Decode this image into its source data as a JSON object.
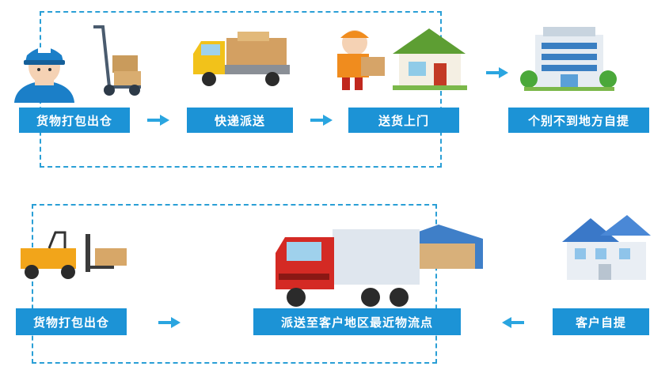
{
  "colors": {
    "accent": "#1c93d6",
    "dash": "#2a9fd6",
    "arrow": "#2aa5e0"
  },
  "top_row": {
    "step1": "货物打包出仓",
    "step2": "快递派送",
    "step3": "送货上门",
    "step4": "个别不到地方自提"
  },
  "bottom_row": {
    "step1": "货物打包出仓",
    "step2": "派送至客户地区最近物流点",
    "step3": "客户自提"
  },
  "icons": {
    "worker": "delivery-worker-icon",
    "hand_truck": "hand-truck-icon",
    "truck_small": "cargo-truck-icon",
    "courier": "courier-house-icon",
    "building": "office-building-icon",
    "forklift": "forklift-icon",
    "big_truck": "lorry-warehouse-icon",
    "customer_house": "customer-house-icon"
  }
}
